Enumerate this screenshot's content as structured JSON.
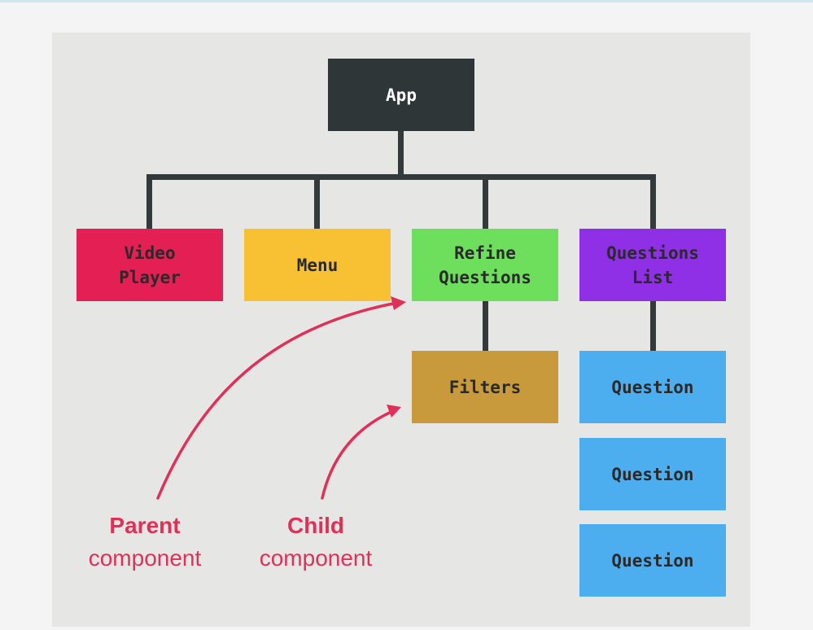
{
  "colors": {
    "app": "#2f3638",
    "video_player": "#e41f53",
    "menu": "#f8c033",
    "refine_questions": "#6ede5d",
    "questions_list": "#9030e6",
    "filters": "#c99a3c",
    "question": "#4cadef",
    "connector": "#343a3c",
    "annotation": "#e03058"
  },
  "nodes": {
    "app": "App",
    "video_player": "Video\nPlayer",
    "menu": "Menu",
    "refine_questions": "Refine\nQuestions",
    "questions_list": "Questions\nList",
    "filters": "Filters",
    "question_1": "Question",
    "question_2": "Question",
    "question_3": "Question"
  },
  "annotations": {
    "parent": {
      "title": "Parent",
      "subtitle": "component"
    },
    "child": {
      "title": "Child",
      "subtitle": "component"
    }
  }
}
